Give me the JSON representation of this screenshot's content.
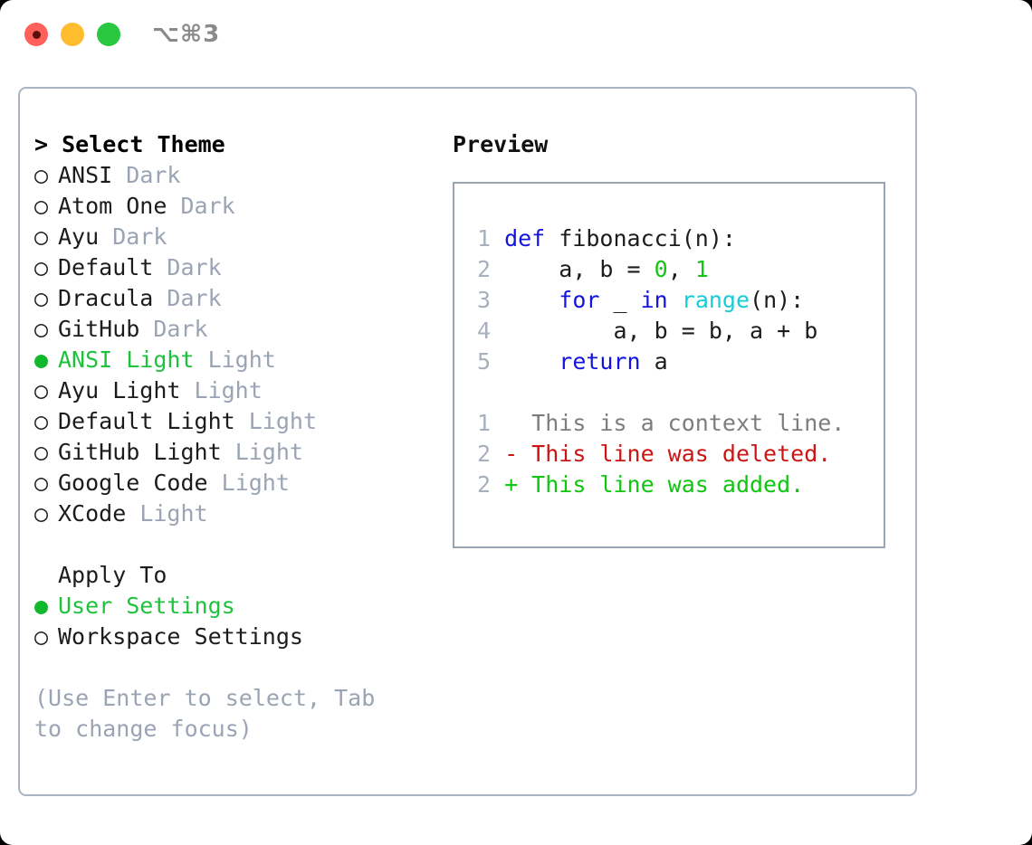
{
  "titlebar": {
    "shortcut": "⌥⌘3",
    "buttons": [
      {
        "name": "close",
        "color": "#ff6059"
      },
      {
        "name": "minimize",
        "color": "#ffbd2e"
      },
      {
        "name": "zoom",
        "color": "#28c840"
      }
    ]
  },
  "theme_list": {
    "header": "> Select Theme",
    "items": [
      {
        "bullet": "○",
        "name": "ANSI",
        "category": "Dark",
        "selected": false
      },
      {
        "bullet": "○",
        "name": "Atom One",
        "category": "Dark",
        "selected": false
      },
      {
        "bullet": "○",
        "name": "Ayu",
        "category": "Dark",
        "selected": false
      },
      {
        "bullet": "○",
        "name": "Default",
        "category": "Dark",
        "selected": false
      },
      {
        "bullet": "○",
        "name": "Dracula",
        "category": "Dark",
        "selected": false
      },
      {
        "bullet": "○",
        "name": "GitHub",
        "category": "Dark",
        "selected": false
      },
      {
        "bullet": "●",
        "name": "ANSI Light",
        "category": "Light",
        "selected": true
      },
      {
        "bullet": "○",
        "name": "Ayu Light",
        "category": "Light",
        "selected": false
      },
      {
        "bullet": "○",
        "name": "Default Light",
        "category": "Light",
        "selected": false
      },
      {
        "bullet": "○",
        "name": "GitHub Light",
        "category": "Light",
        "selected": false
      },
      {
        "bullet": "○",
        "name": "Google Code",
        "category": "Light",
        "selected": false
      },
      {
        "bullet": "○",
        "name": "XCode",
        "category": "Light",
        "selected": false
      }
    ]
  },
  "apply_to": {
    "header": "Apply To",
    "items": [
      {
        "bullet": "●",
        "name": "User Settings",
        "selected": true
      },
      {
        "bullet": "○",
        "name": "Workspace Settings",
        "selected": false
      }
    ]
  },
  "hint": "(Use Enter to select, Tab to change focus)",
  "preview": {
    "title": "Preview",
    "code_lines": [
      {
        "no": "1",
        "tokens": [
          {
            "t": "def ",
            "c": "kw"
          },
          {
            "t": "fibonacci(n):",
            "c": "pl"
          }
        ]
      },
      {
        "no": "2",
        "tokens": [
          {
            "t": "    a, b = ",
            "c": "pl"
          },
          {
            "t": "0",
            "c": "num"
          },
          {
            "t": ", ",
            "c": "pl"
          },
          {
            "t": "1",
            "c": "num"
          }
        ]
      },
      {
        "no": "3",
        "tokens": [
          {
            "t": "    ",
            "c": "pl"
          },
          {
            "t": "for",
            "c": "kw"
          },
          {
            "t": " _ ",
            "c": "pl"
          },
          {
            "t": "in",
            "c": "kw"
          },
          {
            "t": " ",
            "c": "pl"
          },
          {
            "t": "range",
            "c": "fn"
          },
          {
            "t": "(n):",
            "c": "pl"
          }
        ]
      },
      {
        "no": "4",
        "tokens": [
          {
            "t": "        a, b = b, a + b",
            "c": "pl"
          }
        ]
      },
      {
        "no": "5",
        "tokens": [
          {
            "t": "    ",
            "c": "pl"
          },
          {
            "t": "return",
            "c": "kw"
          },
          {
            "t": " a",
            "c": "pl"
          }
        ]
      }
    ],
    "diff_lines": [
      {
        "no": "1",
        "marker": "  ",
        "text": "This is a context line.",
        "kind": "ctx"
      },
      {
        "no": "2",
        "marker": "- ",
        "text": "This line was deleted.",
        "kind": "del"
      },
      {
        "no": "2",
        "marker": "+ ",
        "text": "This line was added.",
        "kind": "add"
      }
    ]
  },
  "colors": {
    "accent_green": "#1fc23d",
    "muted_gray": "#9aa4b4",
    "panel_border": "#aab4c2",
    "code_border": "#9aa5b4",
    "keyword_blue": "#1414e0",
    "function_cyan": "#16cdd6",
    "number_green": "#13c613",
    "diff_delete_red": "#cc1414",
    "diff_add_green": "#10c610"
  }
}
